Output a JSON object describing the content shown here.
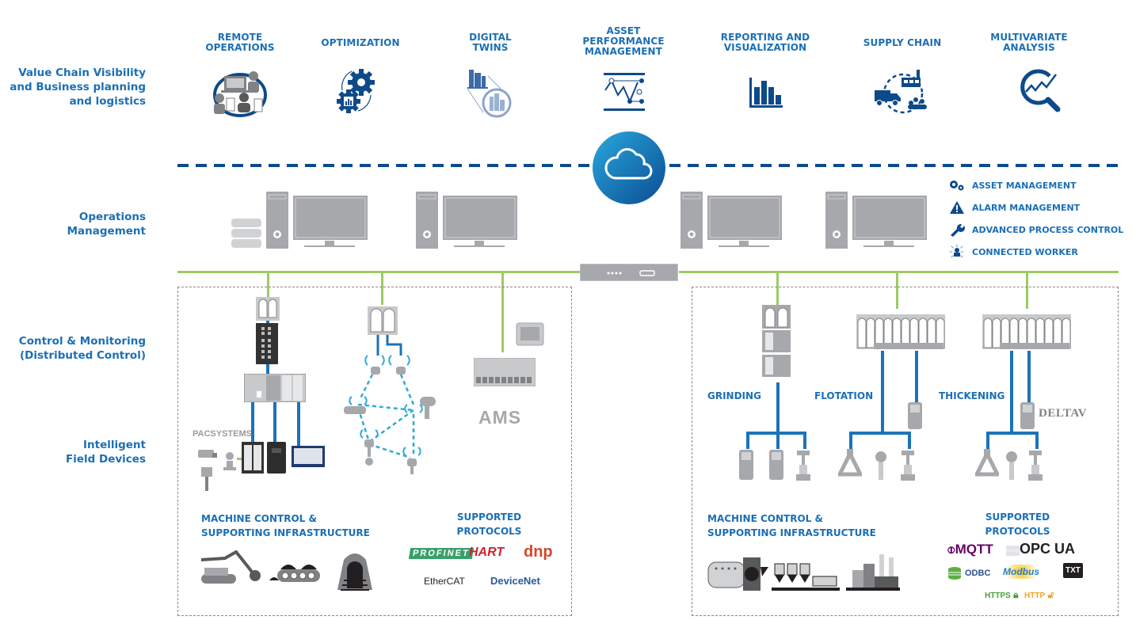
{
  "layers": {
    "value_chain": "Value Chain Visibility and Business planning and logistics",
    "value_chain_lines": [
      "Value Chain Visibility",
      "and Business planning",
      "and logistics"
    ],
    "operations_lines": [
      "Operations",
      "Management"
    ],
    "control_lines": [
      "Control & Monitoring",
      "(Distributed Control)"
    ],
    "field_lines": [
      "Intelligent",
      "Field Devices"
    ]
  },
  "capabilities": [
    {
      "lines": [
        "REMOTE",
        "OPERATIONS"
      ],
      "icon": "remote-operations-icon"
    },
    {
      "lines": [
        "OPTIMIZATION"
      ],
      "icon": "optimization-gears-icon"
    },
    {
      "lines": [
        "DIGITAL",
        "TWINS"
      ],
      "icon": "digital-twins-icon"
    },
    {
      "lines": [
        "ASSET",
        "PERFORMANCE",
        "MANAGEMENT"
      ],
      "icon": "asset-performance-icon"
    },
    {
      "lines": [
        "REPORTING AND",
        "VISUALIZATION"
      ],
      "icon": "bar-chart-icon"
    },
    {
      "lines": [
        "SUPPLY CHAIN"
      ],
      "icon": "supply-chain-icon"
    },
    {
      "lines": [
        "MULTIVARIATE",
        "ANALYSIS"
      ],
      "icon": "analysis-magnifier-icon"
    }
  ],
  "ops_legend": [
    {
      "label": "ASSET MANAGEMENT",
      "icon": "gears-icon"
    },
    {
      "label": "ALARM MANAGEMENT",
      "icon": "warning-icon"
    },
    {
      "label": "ADVANCED PROCESS CONTROL",
      "icon": "wrench-icon"
    },
    {
      "label": "CONNECTED WORKER",
      "icon": "connected-worker-icon"
    }
  ],
  "left_panel": {
    "brand_pac": "PACSYSTEMS",
    "brand_ams": "AMS",
    "machine_title_lines": [
      "MACHINE CONTROL &",
      "SUPPORTING INFRASTRUCTURE"
    ],
    "protocols_title_lines": [
      "SUPPORTED",
      "PROTOCOLS"
    ],
    "protocols": [
      "PROFINET",
      "HART",
      "dnp",
      "EtherCAT",
      "DeviceNet"
    ]
  },
  "right_panel": {
    "areas": [
      "GRINDING",
      "FLOTATION",
      "THICKENING"
    ],
    "brand_deltav": "DELTAV",
    "machine_title_lines": [
      "MACHINE CONTROL &",
      "SUPPORTING INFRASTRUCTURE"
    ],
    "protocols_title_lines": [
      "SUPPORTED",
      "PROTOCOLS"
    ],
    "protocols": [
      "MQTT",
      "OPC UA",
      "ODBC",
      "Modbus",
      "TXT",
      "HTTPS",
      "HTTP"
    ]
  },
  "colors": {
    "accent_blue": "#1b6fb5",
    "dark_blue": "#0d4a8a",
    "network_green": "#9ccb63",
    "device_gray": "#a6a8ab",
    "mqtt_purple": "#660066",
    "hart_red": "#d4202c",
    "profinet_green": "#3aa06a"
  }
}
